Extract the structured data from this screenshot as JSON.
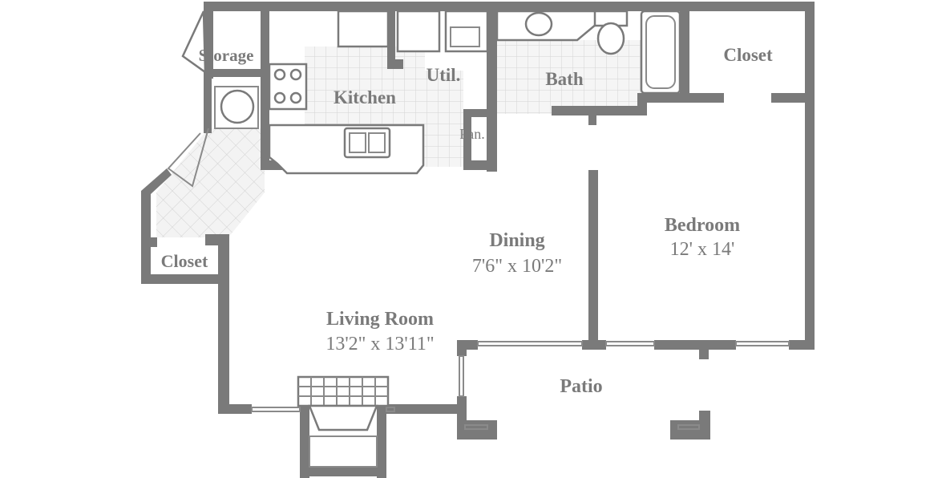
{
  "rooms": {
    "storage": {
      "name": "Storage"
    },
    "kitchen": {
      "name": "Kitchen"
    },
    "utility": {
      "name": "Util."
    },
    "bath": {
      "name": "Bath"
    },
    "closet_bedroom": {
      "name": "Closet"
    },
    "pantry": {
      "name": "Pan."
    },
    "closet_entry": {
      "name": "Closet"
    },
    "dining": {
      "name": "Dining",
      "size": "7'6\" x 10'2\""
    },
    "bedroom": {
      "name": "Bedroom",
      "size": "12' x 14'"
    },
    "living": {
      "name": "Living Room",
      "size": "13'2\" x 13'11\""
    },
    "patio": {
      "name": "Patio"
    }
  },
  "colors": {
    "wall": "#7a7a7a",
    "tile": "#d0d0d0",
    "fixture_stroke": "#7a7a7a"
  }
}
